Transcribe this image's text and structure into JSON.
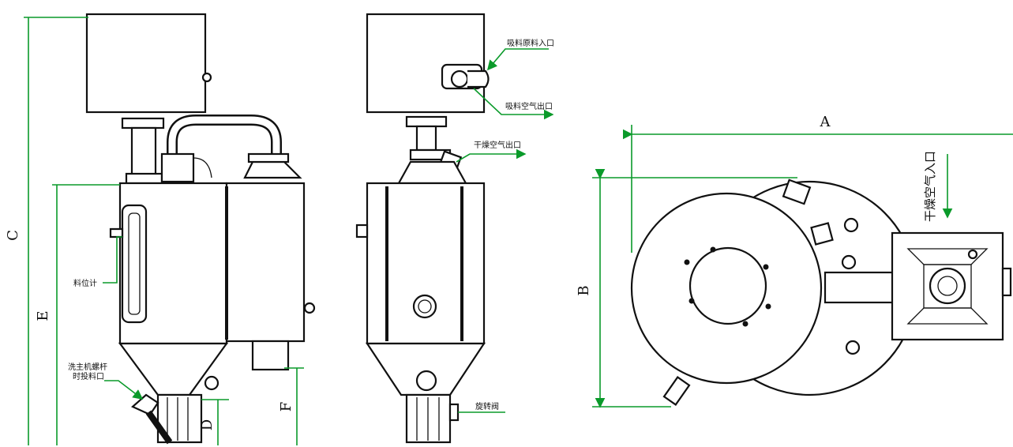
{
  "views": {
    "front": {
      "label_level_gauge": "料位计",
      "label_clean_port_line1": "洗主机螺杆",
      "label_clean_port_line2": "时投料口",
      "dim_c": "C",
      "dim_e": "E",
      "dim_d": "D",
      "dim_f": "F"
    },
    "side": {
      "label_suction_inlet": "吸料原料入口",
      "label_suction_air_outlet": "吸料空气出口",
      "label_dry_air_outlet": "干燥空气出口",
      "label_rotary_valve": "旋转阀"
    },
    "top": {
      "dim_a": "A",
      "dim_b": "B",
      "label_dry_air_inlet": "干燥空气入口"
    }
  },
  "colors": {
    "line": "#111111",
    "dimension": "#0a9a2a",
    "background": "#ffffff"
  }
}
